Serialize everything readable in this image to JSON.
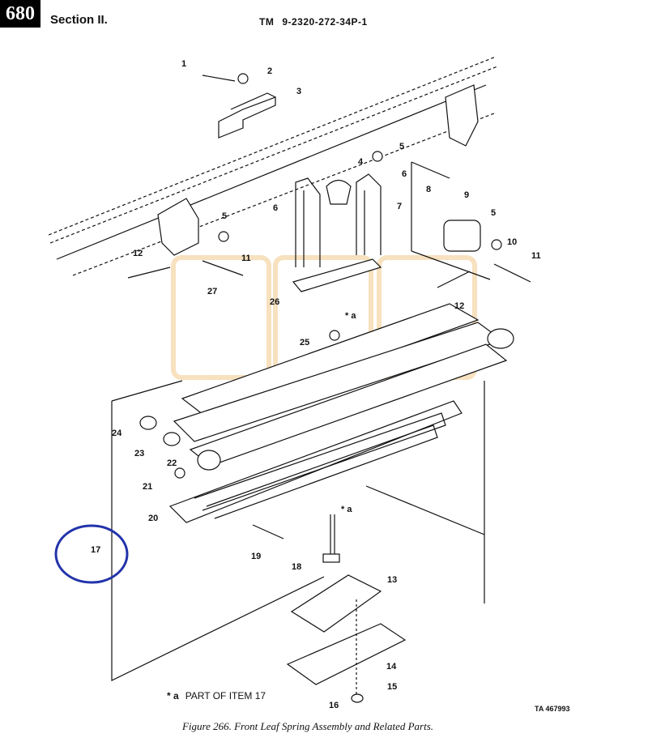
{
  "header": {
    "page_number": "680",
    "section": "Section II.",
    "tm_prefix": "TM",
    "tm_number": "9-2320-272-34P-1"
  },
  "callouts": [
    "1",
    "2",
    "3",
    "4",
    "5",
    "5",
    "5",
    "6",
    "6",
    "7",
    "8",
    "9",
    "10",
    "11",
    "11",
    "12",
    "12",
    "13",
    "14",
    "15",
    "16",
    "17",
    "18",
    "19",
    "20",
    "21",
    "22",
    "23",
    "24",
    "25",
    "26",
    "27"
  ],
  "part_marker": "* a",
  "note": {
    "marker": "* a",
    "text": "PART OF ITEM 17"
  },
  "ta_number": "TA 467993",
  "caption": "Figure 266. Front Leaf Spring Assembly and Related Parts.",
  "colors": {
    "highlight_circle": "#2233aa",
    "watermark": "#f2c98a",
    "line": "#111111"
  }
}
